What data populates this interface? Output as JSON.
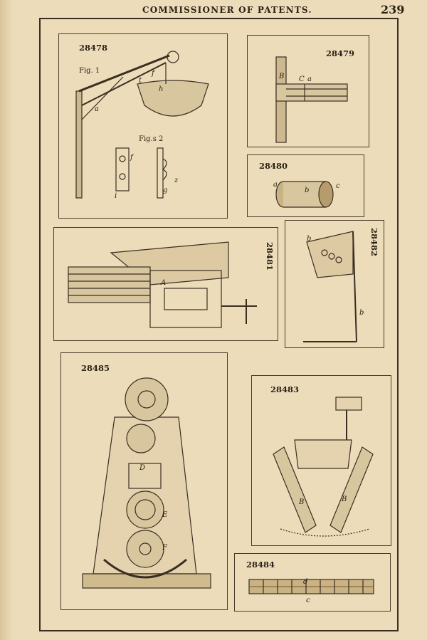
{
  "header": {
    "running_head": "COMMISSIONER OF PATENTS.",
    "page_number": "239"
  },
  "figures": {
    "f28478": {
      "number": "28478",
      "fig1": "Fig. 1",
      "fig2": "Fig.s 2",
      "labels": {
        "a": "a",
        "h": "h",
        "f": "f",
        "t": "t",
        "i": "i",
        "f2": "f",
        "z": "z",
        "g": "g"
      }
    },
    "f28479": {
      "number": "28479",
      "labels": {
        "B": "B",
        "C": "C",
        "a": "a"
      }
    },
    "f28480": {
      "number": "28480",
      "labels": {
        "a": "a",
        "b": "b",
        "c": "c"
      }
    },
    "f28481": {
      "number": "28481",
      "labels": {
        "A": "A"
      }
    },
    "f28482": {
      "number": "28482",
      "labels": {
        "b1": "b",
        "b2": "b"
      }
    },
    "f28483": {
      "number": "28483",
      "labels": {
        "B1": "B",
        "B2": "B"
      }
    },
    "f28484": {
      "number": "28484",
      "labels": {
        "d": "d",
        "c": "c"
      }
    },
    "f28485": {
      "number": "28485",
      "labels": {
        "D": "D",
        "E": "E",
        "F": "F"
      }
    }
  }
}
